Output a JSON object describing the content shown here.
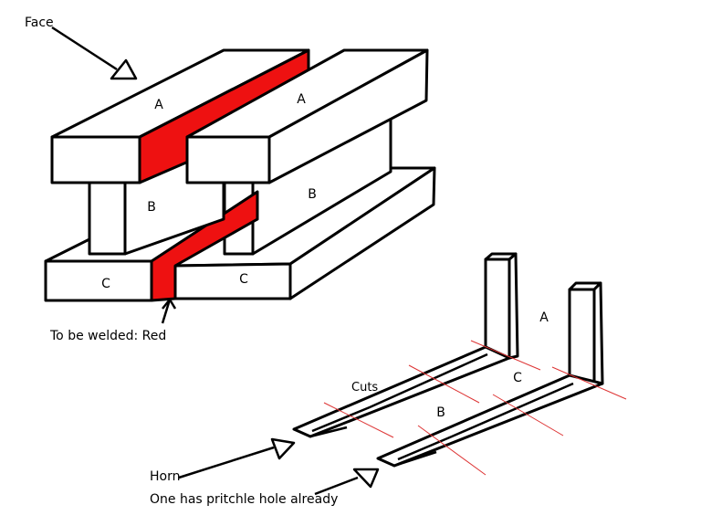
{
  "labels": {
    "face": "Face",
    "welded": "To be welded: Red",
    "cuts": "Cuts",
    "horn": "Horn",
    "pritchle": "One has pritchle hole already"
  },
  "parts": {
    "a": "A",
    "b": "B",
    "c": "C"
  },
  "colors": {
    "weld": "#ee1111",
    "cut_lines": "#dd3333",
    "outline": "#000000",
    "background": "#ffffff"
  }
}
